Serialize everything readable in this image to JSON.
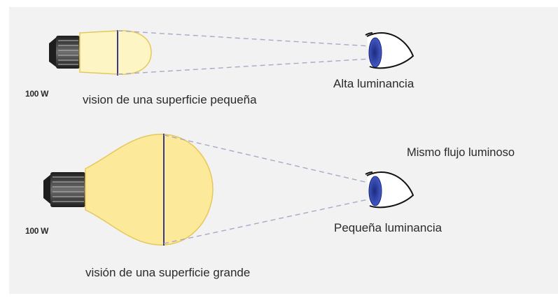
{
  "colors": {
    "panel": "#f2f2f2",
    "bulb_fill": "#fce99a",
    "bulb_fill_small": "#fdf5c4",
    "bulb_stroke": "#e6c85a",
    "filament": "#3a3a8a",
    "dash": "#a8a8c8",
    "base_dark": "#2f2f2f",
    "iris": "#3b4fb8"
  },
  "top_bulb": {
    "power": "100 W",
    "caption": "vision de una superficie pequeña"
  },
  "bottom_bulb": {
    "power": "100 W",
    "caption": "visión de una superficie grande"
  },
  "top_eye": {
    "label": "Alta luminancia"
  },
  "bottom_eye": {
    "label": "Pequeña luminancia"
  },
  "common_note": "Mismo flujo luminoso"
}
